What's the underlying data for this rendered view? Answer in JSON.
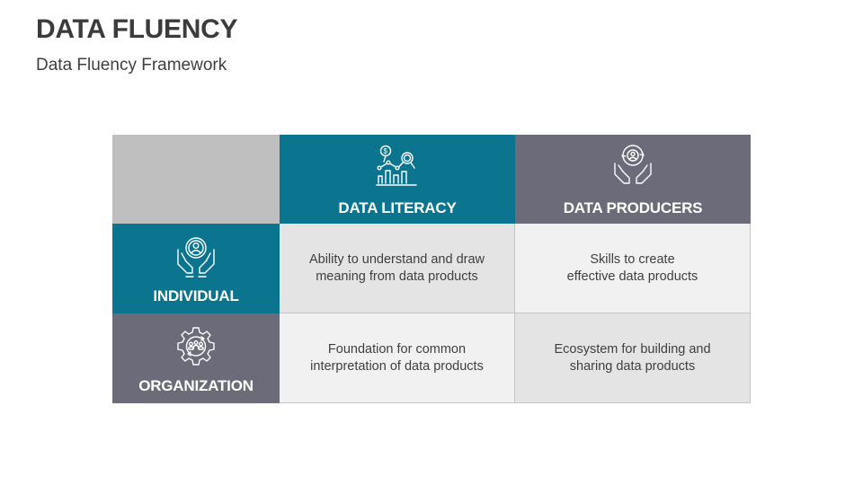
{
  "header": {
    "title": "DATA FLUENCY",
    "subtitle": "Data Fluency Framework"
  },
  "colors": {
    "teal": "#0b7590",
    "slate": "#6b6b79",
    "corner": "#bfbfbf",
    "cell_light": "#f1f1f1",
    "cell_mid": "#e4e4e4"
  },
  "table": {
    "columns": [
      {
        "label": "DATA LITERACY",
        "icon": "chart-magnifier-icon"
      },
      {
        "label": "DATA PRODUCERS",
        "icon": "gear-hands-icon"
      }
    ],
    "rows": [
      {
        "label": "INDIVIDUAL",
        "icon": "person-hands-icon",
        "cells": [
          "Ability to understand and draw\nmeaning from data products",
          "Skills to create\neffective data products"
        ]
      },
      {
        "label": "ORGANIZATION",
        "icon": "team-gear-icon",
        "cells": [
          "Foundation for common\ninterpretation of data products",
          "Ecosystem for building and\nsharing data products"
        ]
      }
    ]
  }
}
